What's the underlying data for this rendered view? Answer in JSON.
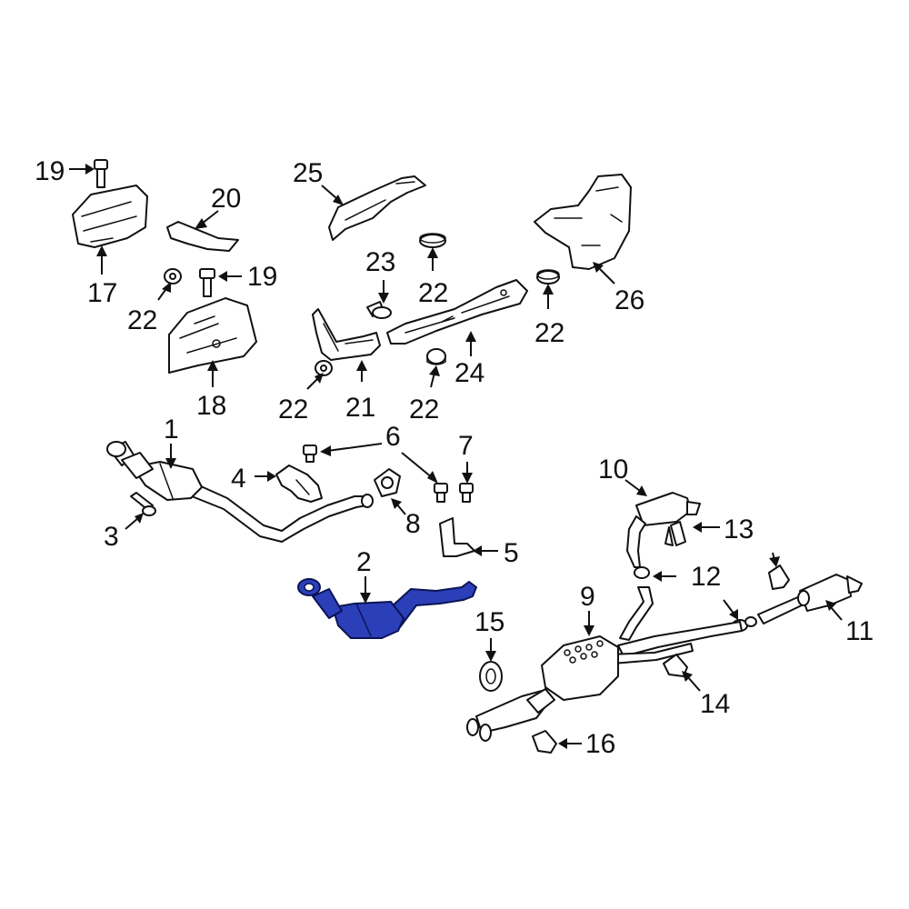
{
  "diagram": {
    "highlight_color": "#2b3fb8",
    "highlighted_part": "2",
    "callouts": {
      "c1": "1",
      "c2": "2",
      "c3": "3",
      "c4": "4",
      "c5": "5",
      "c6": "6",
      "c7": "7",
      "c8": "8",
      "c9": "9",
      "c10": "10",
      "c11": "11",
      "c12": "12",
      "c13": "13",
      "c14": "14",
      "c15": "15",
      "c16": "16",
      "c17": "17",
      "c18": "18",
      "c19a": "19",
      "c19b": "19",
      "c20": "20",
      "c21": "21",
      "c22a": "22",
      "c22b": "22",
      "c22c": "22",
      "c22d": "22",
      "c22e": "22",
      "c23": "23",
      "c24": "24",
      "c25": "25",
      "c26": "26"
    }
  }
}
